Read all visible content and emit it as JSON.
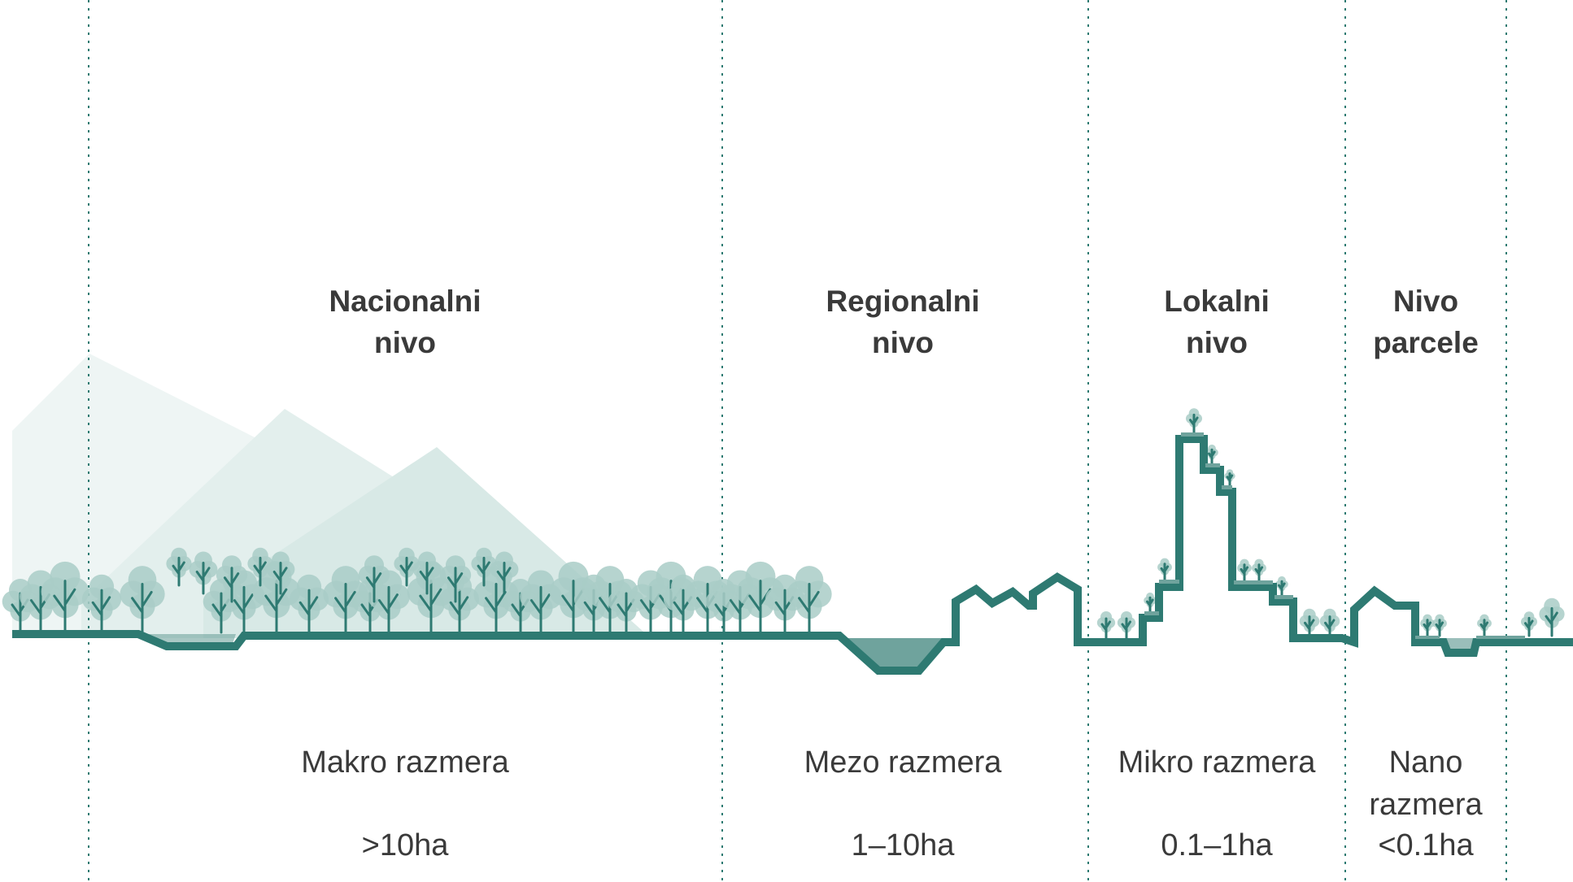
{
  "zones": [
    {
      "id": "nacionalni",
      "title": [
        "Nacionalni",
        "nivo"
      ],
      "scale": [
        "Makro razmera"
      ],
      "area": ">10ha"
    },
    {
      "id": "regionalni",
      "title": [
        "Regionalni",
        "nivo"
      ],
      "scale": [
        "Mezo razmera"
      ],
      "area": "1–10ha"
    },
    {
      "id": "lokalni",
      "title": [
        "Lokalni",
        "nivo"
      ],
      "scale": [
        "Mikro razmera"
      ],
      "area": "0.1–1ha"
    },
    {
      "id": "parcele",
      "title": [
        "Nivo",
        "parcele"
      ],
      "scale": [
        "Nano",
        "razmera"
      ],
      "area": "<0.1ha"
    }
  ],
  "colors": {
    "line": "#2e7a72",
    "divider": "#2c7a71",
    "tree": "#a9ccc7",
    "mountain_far": "#eef5f4",
    "mountain_mid": "#e3efed",
    "mountain_near": "#d8e9e6",
    "water": "#6fa39d",
    "text": "#3a3a3a"
  }
}
